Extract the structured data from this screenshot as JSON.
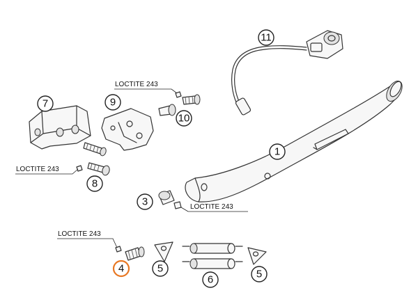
{
  "callouts": {
    "c1": "1",
    "c3": "3",
    "c4": "4",
    "c5a": "5",
    "c5b": "5",
    "c6": "6",
    "c7": "7",
    "c8": "8",
    "c9": "9",
    "c10": "10",
    "c11": "11"
  },
  "labels": {
    "loctite_top": "LOCTITE 243",
    "loctite_left": "LOCTITE 243",
    "loctite_mid": "LOCTITE 243",
    "loctite_bottom": "LOCTITE 243"
  },
  "colors": {
    "highlight": "#e87722"
  }
}
